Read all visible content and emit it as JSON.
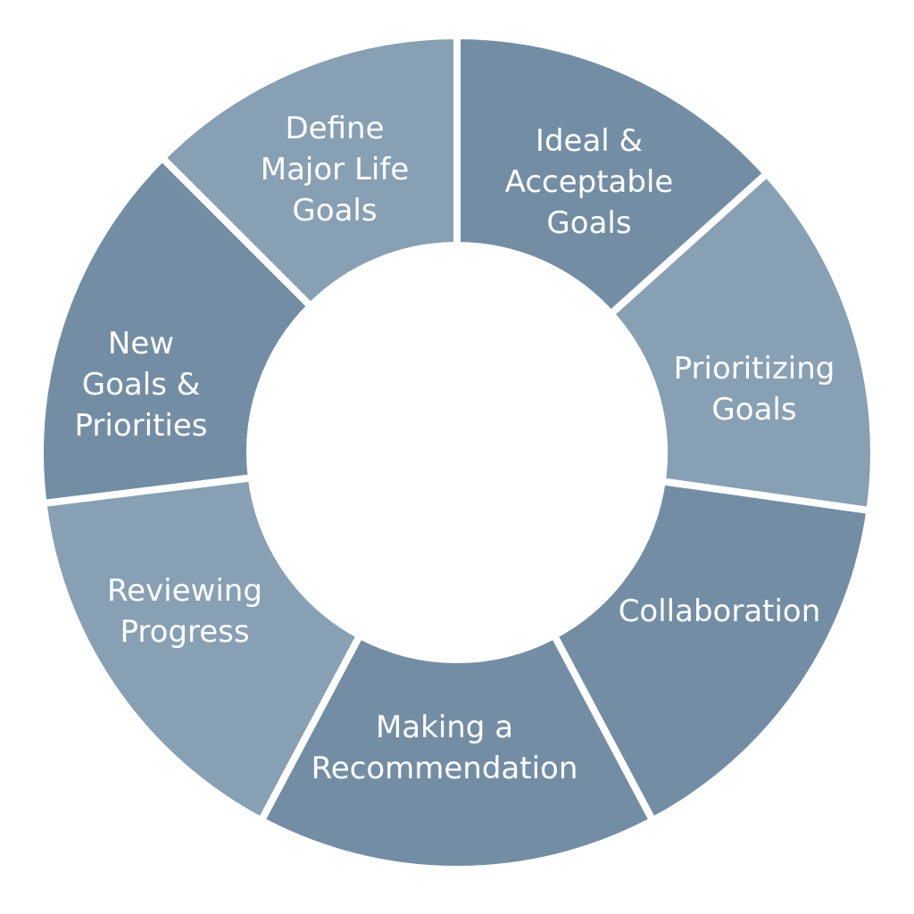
{
  "diagram": {
    "colors": {
      "dark_segment": "#738ea4",
      "light_segment": "#87a0b4",
      "label_text": "#ffffff",
      "background": "#ffffff"
    },
    "segments": [
      {
        "lines": [
          "Ideal &",
          "Acceptable",
          "Goals"
        ],
        "tone": "dark"
      },
      {
        "lines": [
          "Prioritizing",
          "Goals"
        ],
        "tone": "light"
      },
      {
        "lines": [
          "Collaboration"
        ],
        "tone": "dark"
      },
      {
        "lines": [
          "Making a",
          "Recommendation"
        ],
        "tone": "dark"
      },
      {
        "lines": [
          "Reviewing",
          "Progress"
        ],
        "tone": "light"
      },
      {
        "lines": [
          "New",
          "Goals &",
          "Priorities"
        ],
        "tone": "dark"
      },
      {
        "lines": [
          "Define",
          "Major Life",
          "Goals"
        ],
        "tone": "light"
      }
    ]
  }
}
